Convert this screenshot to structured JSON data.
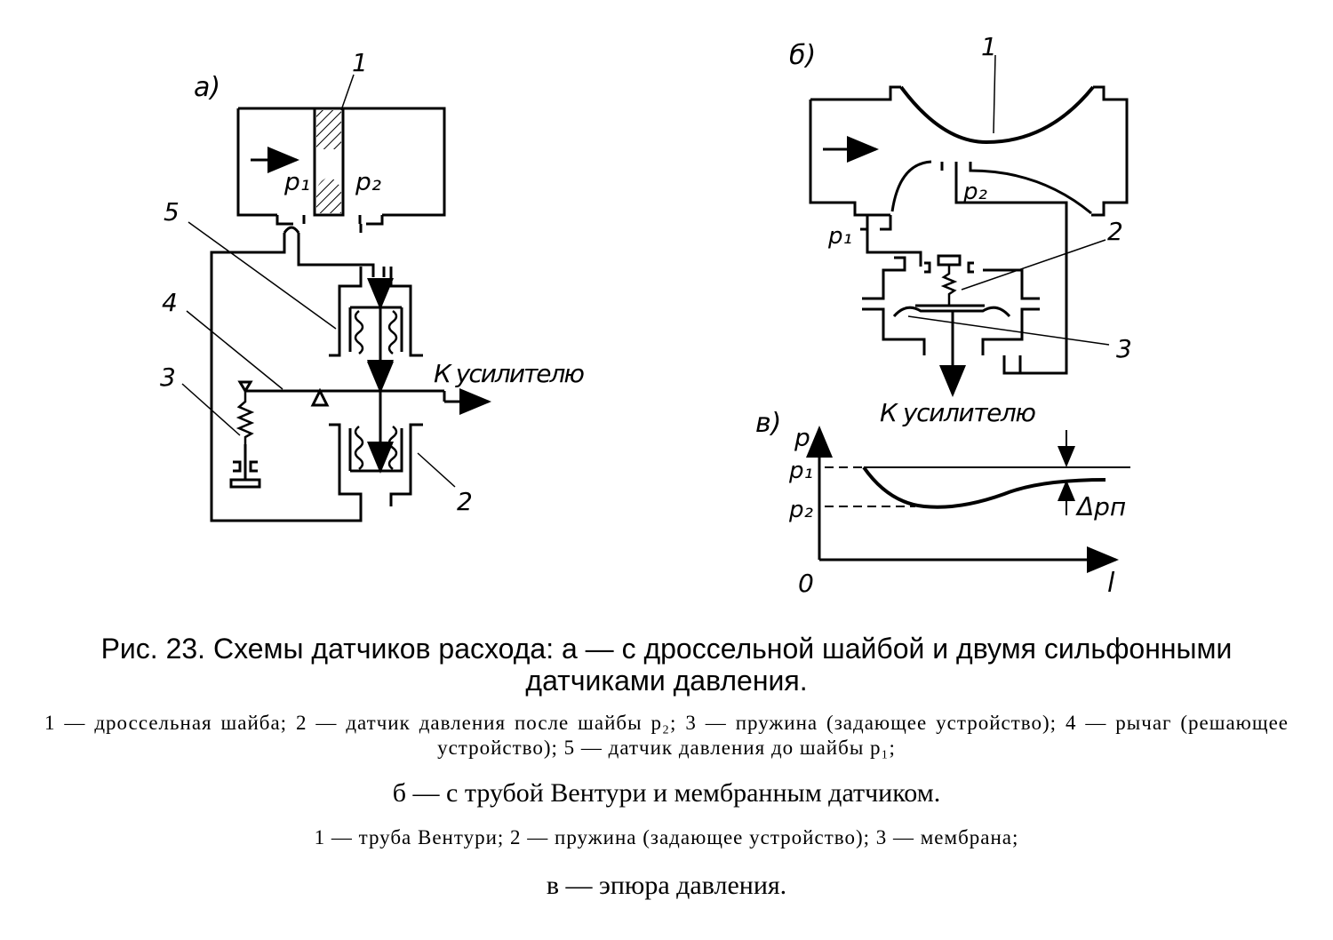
{
  "panels": {
    "a": {
      "label": "а)",
      "parts": [
        "1",
        "2",
        "3",
        "4",
        "5"
      ],
      "p1": "p₁",
      "p2": "p₂",
      "output": "К усилителю"
    },
    "b": {
      "label": "б)",
      "parts": [
        "1",
        "2",
        "3"
      ],
      "p1": "p₁",
      "p2": "p₂",
      "output": "К усилителю"
    },
    "v": {
      "label": "в)",
      "y_axis": "p",
      "x_axis": "l",
      "origin": "0",
      "p1": "p₁",
      "p2": "p₂",
      "delta": "Δpп"
    }
  },
  "caption": {
    "main_line1": "Рис. 23. Схемы датчиков расхода: а — с дроссельной шайбой и двумя сильфонными",
    "main_line2": "датчиками давления.",
    "a_legend": "1 — дроссельная шайба; 2 — датчик давления после шайбы p₂; 3 — пружина (задающее устройство); 4 — рычаг (решающее устройство); 5 — датчик давления до шайбы p₁;",
    "b_title": "б — с трубой Вентури и мембранным датчиком.",
    "b_legend": "1 — труба Вентури; 2 — пружина (задающее устройство); 3 — мембрана;",
    "v_title": "в — эпюра  давления."
  }
}
